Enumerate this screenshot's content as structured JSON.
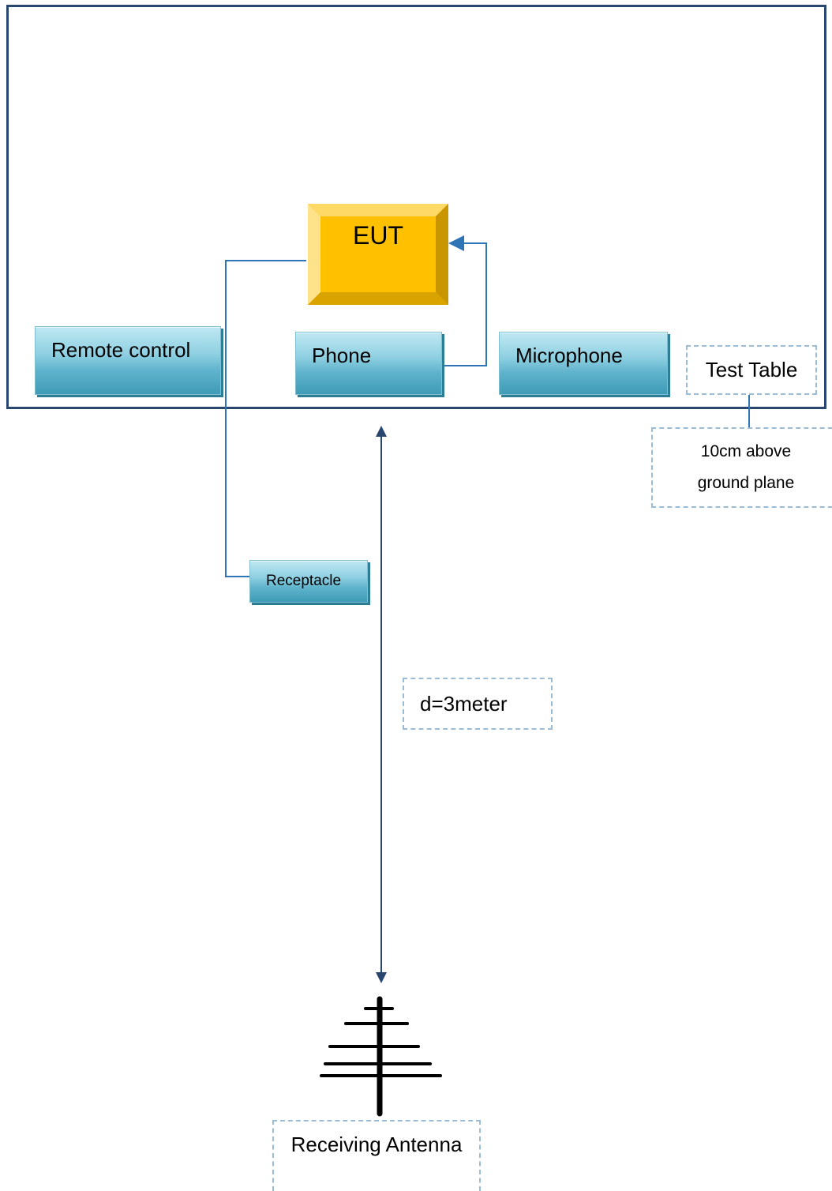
{
  "diagram": {
    "eut_label": "EUT",
    "remote_label": "Remote control",
    "phone_label": "Phone",
    "microphone_label": "Microphone",
    "receptacle_label": "Receptacle",
    "test_table_label": "Test Table",
    "ground_line1": "10cm above",
    "ground_line2": "ground plane",
    "distance_label": "d=3meter",
    "antenna_label": "Receiving Antenna"
  },
  "colors": {
    "frame": "#29466e",
    "eut": "#ffc000",
    "box_blue": "#5fb3cc",
    "dashed": "#9bbcd6",
    "connector": "#2e75b6",
    "measure_arrow": "#29466e"
  }
}
